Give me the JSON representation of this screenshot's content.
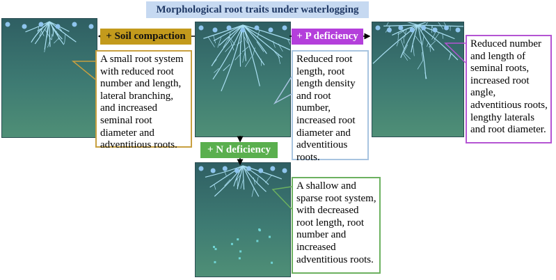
{
  "title": "Morphological root traits under waterlogging",
  "treatments": {
    "soil": {
      "label": "+ Soil compaction",
      "description": "A small root system with reduced root number and length, lateral branching, and increased seminal root diameter and adventitious roots.",
      "color": "#c39a1c",
      "border": "#c8a040"
    },
    "p": {
      "label": "+ P deficiency",
      "description": "Reduced number and length of seminal roots, increased root angle, adventitious roots, lengthy laterals and root diameter.",
      "color": "#b43fdb",
      "border": "#b454d3"
    },
    "n": {
      "label": "+ N deficiency",
      "description": "A shallow and sparse root system, with decreased root length, root number and increased adventitious roots.",
      "color": "#5aaf4e",
      "border": "#6cb15f"
    },
    "control": {
      "description": "Reduced root length, root length density and root number, increased root diameter and adventitious roots.",
      "border": "#a8c4e0"
    }
  },
  "colors": {
    "root": "#a9dff2",
    "soil_top": "#2f5f63",
    "soil_bottom": "#4f8f76",
    "nutrient": "#6fd3d3"
  }
}
